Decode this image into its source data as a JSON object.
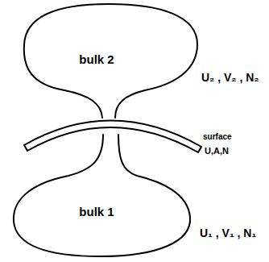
{
  "diagram": {
    "nodes": [
      {
        "text": [
          "bulk 2"
        ]
      },
      {
        "text": [
          "bulk 1"
        ]
      }
    ],
    "labels": [
      "U₂ , V₂ , N₂",
      "surface",
      "U,A,N",
      "U₁ , V₁ , N₁"
    ]
  }
}
